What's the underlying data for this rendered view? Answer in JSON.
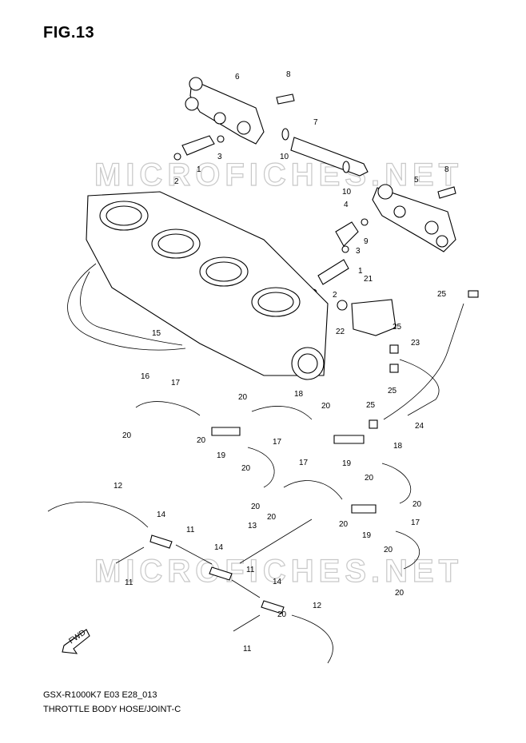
{
  "figure": {
    "title": "FIG.13",
    "code": "GSX-R1000K7 E03 E28_013",
    "name": "THROTTLE BODY HOSE/JOINT-C",
    "watermark": "MICROFICHES.NET",
    "fwd_label": "FWD"
  },
  "callouts": [
    "6",
    "8",
    "7",
    "3",
    "1",
    "10",
    "2",
    "10",
    "8",
    "5",
    "4",
    "9",
    "3",
    "1",
    "2",
    "21",
    "25",
    "22",
    "25",
    "23",
    "15",
    "25",
    "16",
    "17",
    "18",
    "20",
    "20",
    "20",
    "25",
    "24",
    "20",
    "19",
    "17",
    "20",
    "20",
    "18",
    "19",
    "20",
    "17",
    "12",
    "20",
    "20",
    "20",
    "14",
    "20",
    "13",
    "11",
    "19",
    "17",
    "14",
    "20",
    "11",
    "11",
    "14",
    "20",
    "12",
    "11"
  ],
  "colors": {
    "line": "#000000",
    "watermark": "#c8c8c8"
  }
}
